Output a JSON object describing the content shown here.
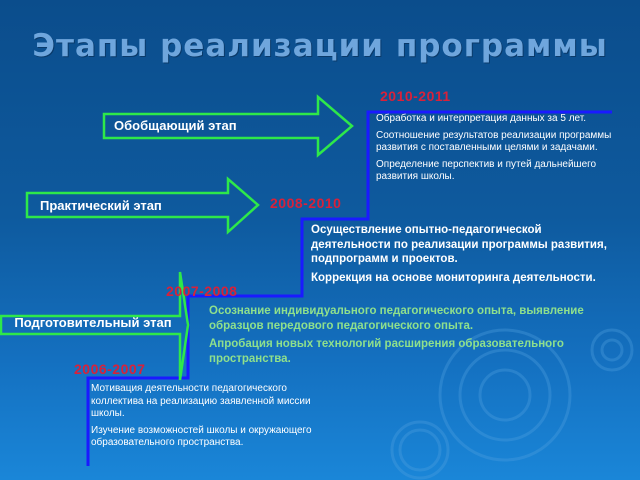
{
  "title": "Этапы реализации программы",
  "stages": [
    {
      "label": "Обобщающий этап",
      "years": "2010-2011",
      "items": [
        "Обработка и интерпретация данных за 5 лет.",
        "Соотношение результатов реализации программы развития с поставленными целями и задачами.",
        "Определение перспектив и путей дальнейшего развития школы."
      ]
    },
    {
      "label": "Практический этап",
      "years": "2008-2010",
      "items": [
        "Осуществление опытно-педагогической деятельности по реализации программы развития, подпрограмм и проектов.",
        "Коррекция на основе мониторинга деятельности."
      ]
    },
    {
      "label": "Подготовительный этап",
      "years": "2007-2008",
      "items": [
        "Осознание индивидуального педагогического опыта, выявление образцов передового педагогического опыта.",
        "Апробация новых технологий расширения образовательного пространства."
      ]
    },
    {
      "years": "2006-2007",
      "items": [
        "Мотивация  деятельности педагогического  коллектива на реализацию заявленной миссии школы.",
        " Изучение возможностей школы и окружающего образовательного пространства."
      ]
    }
  ],
  "colors": {
    "arrow": "#2ee84a",
    "step_line": "#1a1aff",
    "year": "#d8213a",
    "green_text": "#8fe08c"
  }
}
